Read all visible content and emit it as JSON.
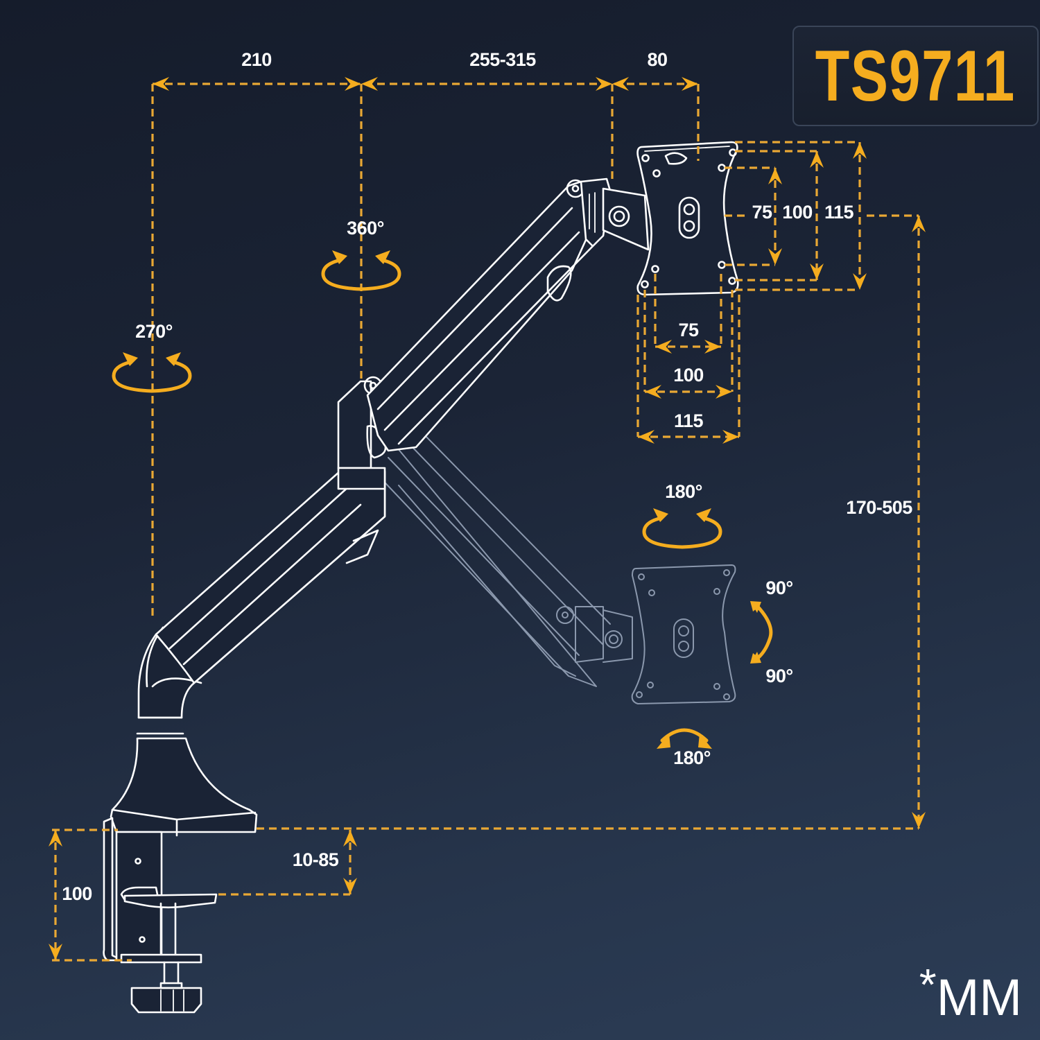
{
  "model": {
    "name": "TS9711"
  },
  "unit_note": {
    "asterisk": "*",
    "unit": "MM"
  },
  "colors": {
    "accent": "#f5ad1f",
    "dimension_line": "#e9a834",
    "label": "#ffffff",
    "drawing_primary": "#ffffff",
    "drawing_ghost": "#8b98ad",
    "background_top": "#151c2b",
    "background_bottom": "#2c3d56"
  },
  "dimensions": {
    "horizontal_top": [
      {
        "id": "base-to-joint",
        "label": "210"
      },
      {
        "id": "upper-arm-reach",
        "label": "255-315"
      },
      {
        "id": "head-depth",
        "label": "80"
      }
    ],
    "vesa_vertical": [
      {
        "id": "vesa-v-75",
        "label": "75"
      },
      {
        "id": "vesa-v-100",
        "label": "100"
      },
      {
        "id": "vesa-v-115",
        "label": "115"
      }
    ],
    "vesa_horizontal": [
      {
        "id": "vesa-h-75",
        "label": "75"
      },
      {
        "id": "vesa-h-100",
        "label": "100"
      },
      {
        "id": "vesa-h-115",
        "label": "115"
      }
    ],
    "height_range": {
      "label": "170-505"
    },
    "clamp_thickness": {
      "label": "10-85"
    },
    "clamp_height": {
      "label": "100"
    }
  },
  "rotations": {
    "base_swivel": {
      "label": "270°"
    },
    "elbow_swivel": {
      "label": "360°"
    },
    "head_swivel": {
      "label": "180°"
    },
    "tilt_up": {
      "label": "90°"
    },
    "tilt_down": {
      "label": "90°"
    },
    "rotate": {
      "label": "180°"
    }
  }
}
